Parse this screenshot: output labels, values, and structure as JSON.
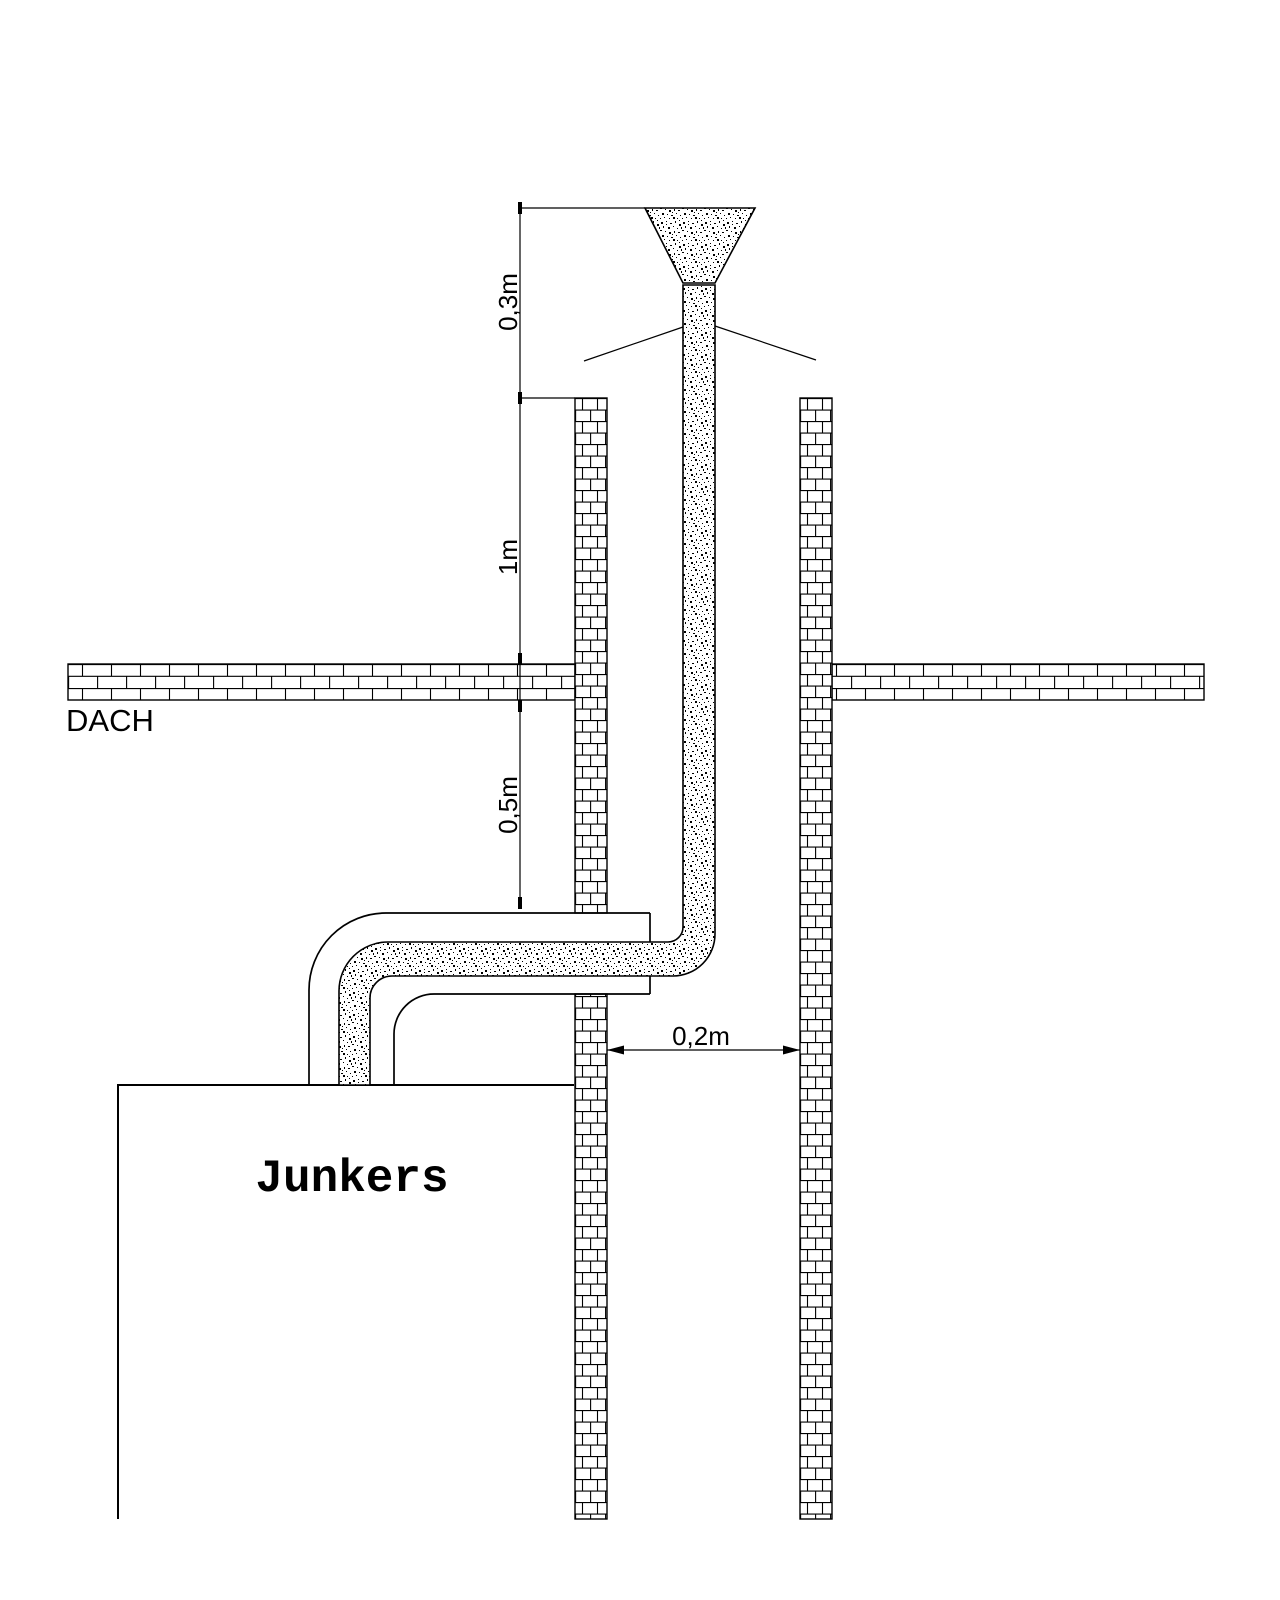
{
  "canvas": {
    "background": "#ffffff",
    "line_color": "#000000"
  },
  "labels": {
    "roof": "DACH",
    "boiler": "Junkers"
  },
  "dimensions": {
    "cap_offset": "0,3m",
    "upper_run": "1m",
    "lower_run": "0,5m",
    "wall_gap": "0,2m"
  }
}
